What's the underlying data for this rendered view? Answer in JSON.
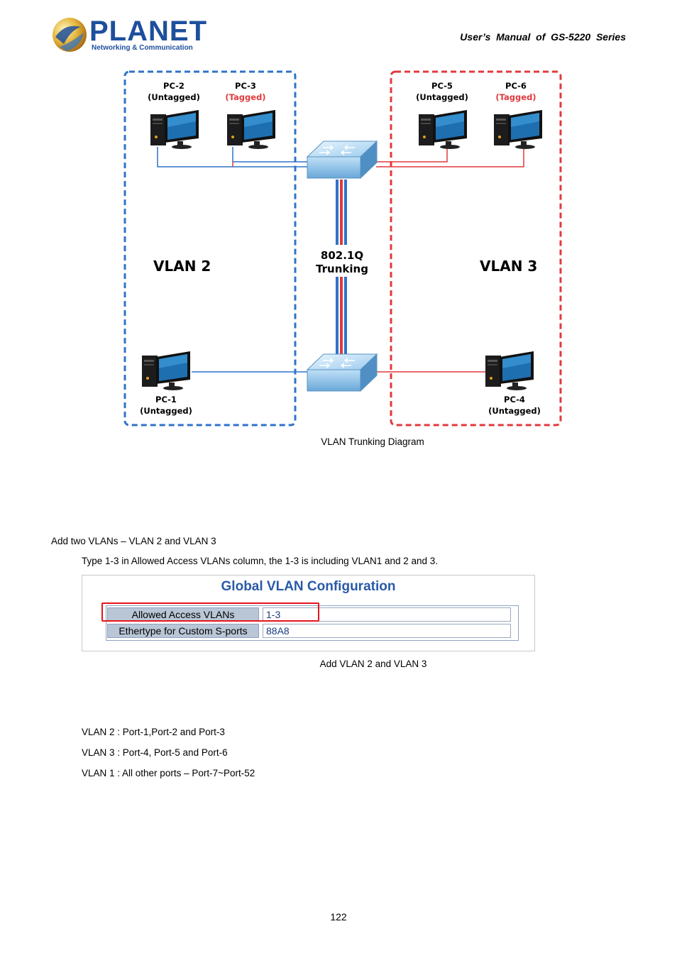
{
  "header": {
    "brand": "PLANET",
    "brand_sub": "Networking & Communication",
    "manual_title": "User’s  Manual  of  GS-5220  Series"
  },
  "diagram": {
    "vlan_left_label": "VLAN 2",
    "vlan_right_label": "VLAN 3",
    "trunk_label_line1": "802.1Q",
    "trunk_label_line2": "Trunking",
    "pcs": [
      {
        "name": "PC-2",
        "mode": "(Untagged)"
      },
      {
        "name": "PC-3",
        "mode": "(Tagged)"
      },
      {
        "name": "PC-5",
        "mode": "(Untagged)"
      },
      {
        "name": "PC-6",
        "mode": "(Tagged)"
      },
      {
        "name": "PC-1",
        "mode": "(Untagged)"
      },
      {
        "name": "PC-4",
        "mode": "(Untagged)"
      }
    ],
    "colors": {
      "vlan2": "#2f73c9",
      "vlan3": "#e03a3e",
      "tagged": "#e03a3e",
      "switch": "#7ab3de"
    }
  },
  "figure_caption_1": "VLAN Trunking Diagram",
  "step_text": "Add two VLANs – VLAN 2 and VLAN 3",
  "step_detail": "Type 1-3 in Allowed Access VLANs column, the 1-3 is including VLAN1 and 2 and 3.",
  "vlan_config": {
    "title": "Global VLAN Configuration",
    "rows": [
      {
        "label": "Allowed Access VLANs",
        "value": "1-3"
      },
      {
        "label": "Ethertype for Custom S-ports",
        "value": "88A8"
      }
    ]
  },
  "figure_caption_2": "Add VLAN 2 and VLAN 3",
  "port_assignments": [
    "VLAN 2 : Port-1,Port-2 and Port-3",
    "VLAN 3 : Port-4, Port-5 and Port-6",
    "VLAN 1 : All other ports – Port-7~Port-52"
  ],
  "page_number": "122"
}
